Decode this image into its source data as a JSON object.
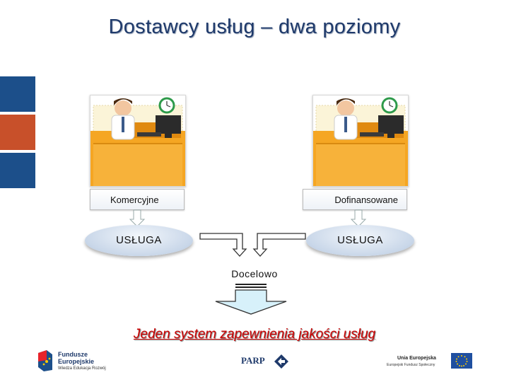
{
  "title": "Dostawcy usług – dwa poziomy",
  "colors": {
    "title": "#1f3a6b",
    "bar_blue": "#1c4f8a",
    "bar_orange": "#c8502a",
    "accent_red": "#cc0000",
    "desk_orange": "#f5a623"
  },
  "left": {
    "label": "Komercyjne",
    "service": "USŁUGA"
  },
  "right": {
    "label": "Dofinansowane",
    "service": "USŁUGA"
  },
  "docelowo": "Docelowo",
  "result": "Jeden system zapewnienia jakości usług",
  "footer": {
    "fe_line1": "Fundusze",
    "fe_line2": "Europejskie",
    "fe_line3": "Wiedza Edukacja Rozwój",
    "parp": "PARP",
    "ue_line1": "Unia Europejska",
    "ue_line2": "Europejski Fundusz Społeczny"
  }
}
